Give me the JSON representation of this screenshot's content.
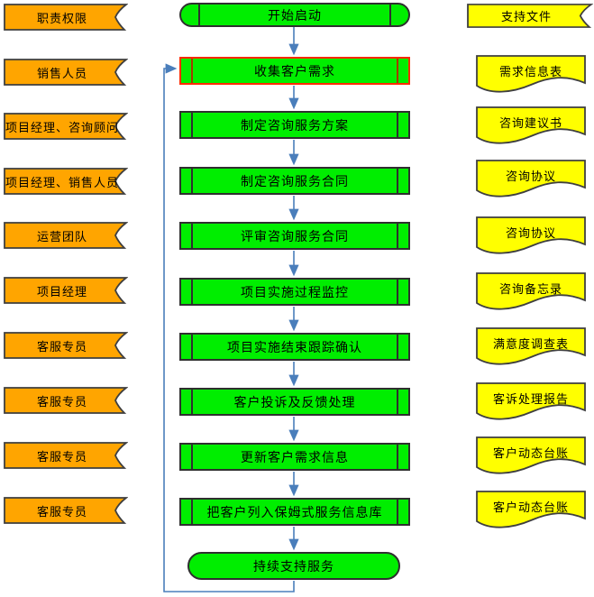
{
  "roles": {
    "header": "职责权限",
    "items": [
      "销售人员",
      "项目经理、咨询顾问",
      "项目经理、销售人员",
      "运营团队",
      "项目经理",
      "客服专员",
      "客服专员",
      "客服专员",
      "客服专员"
    ]
  },
  "process": {
    "start": "开始启动",
    "steps": [
      "收集客户需求",
      "制定咨询服务方案",
      "制定咨询服务合同",
      "评审咨询服务合同",
      "项目实施过程监控",
      "项目实施结束跟踪确认",
      "客户投诉及反馈处理",
      "更新客户需求信息",
      "把客户列入保姆式服务信息库"
    ],
    "end": "持续支持服务",
    "highlighted_step": "收集客户需求"
  },
  "documents": {
    "header": "支持文件",
    "items": [
      "需求信息表",
      "咨询建议书",
      "咨询协议",
      "咨询协议",
      "咨询备忘录",
      "满意度调查表",
      "客诉处理报告",
      "客户动态台账",
      "客户动态台账"
    ]
  },
  "colors": {
    "role_fill": "#FFA500",
    "process_fill": "#00EE00",
    "document_fill": "#FFFF00",
    "connector": "#4A7EBB",
    "highlight_border": "#FF2A00",
    "shape_border": "#3F3F3F"
  }
}
